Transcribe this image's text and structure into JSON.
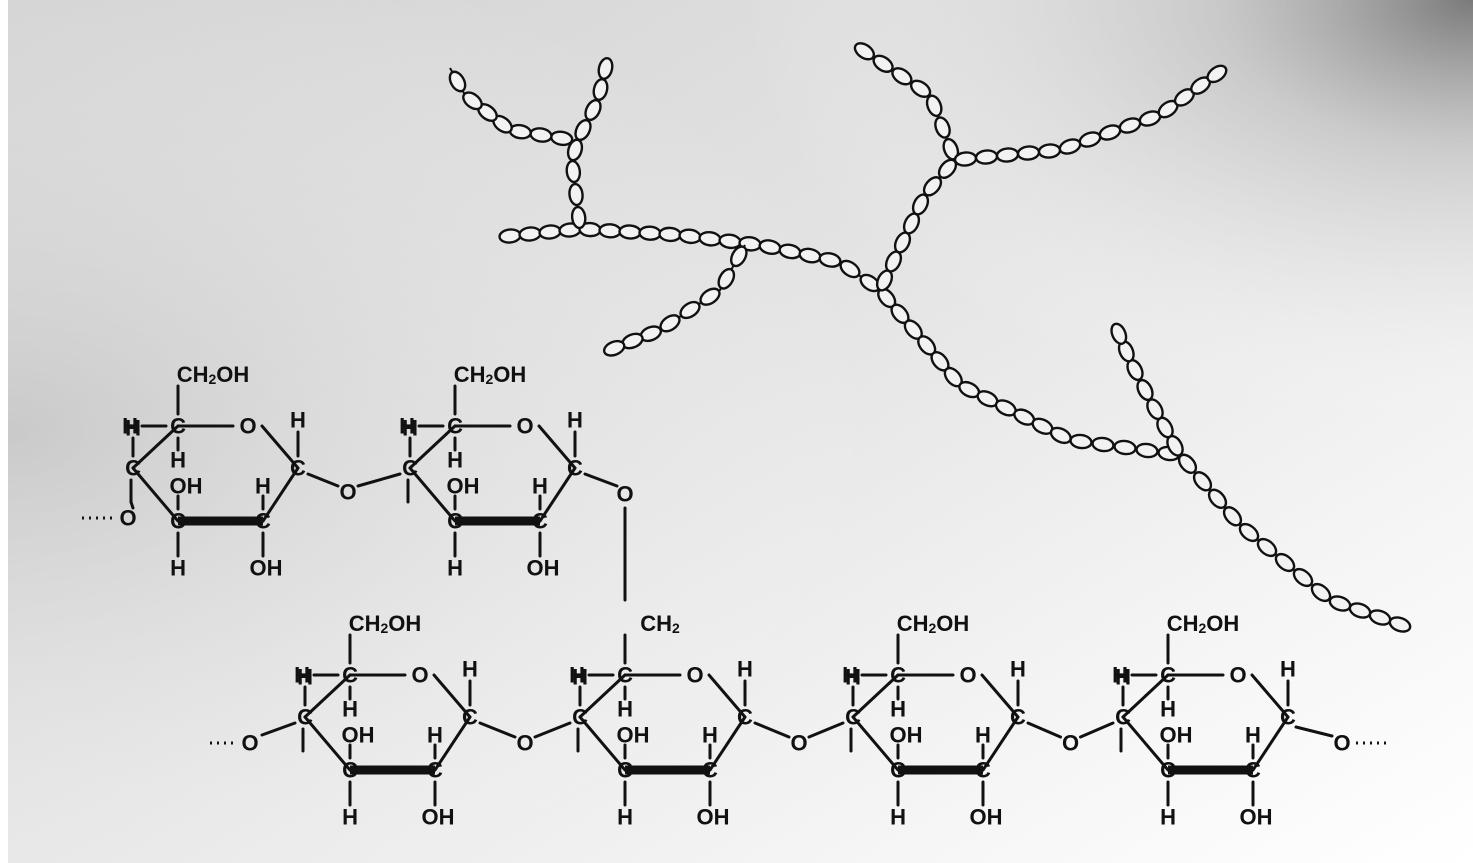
{
  "diagram": {
    "labels": {
      "ch2oh": "CH2OH",
      "ch2": "CH2",
      "c": "C",
      "h": "H",
      "o": "O",
      "oh": "OH"
    },
    "colors": {
      "background_light": "#f4f4f4",
      "background_dark": "#9a9a9a",
      "ink": "#111111",
      "bead_fill": "#f2f2f2"
    }
  }
}
